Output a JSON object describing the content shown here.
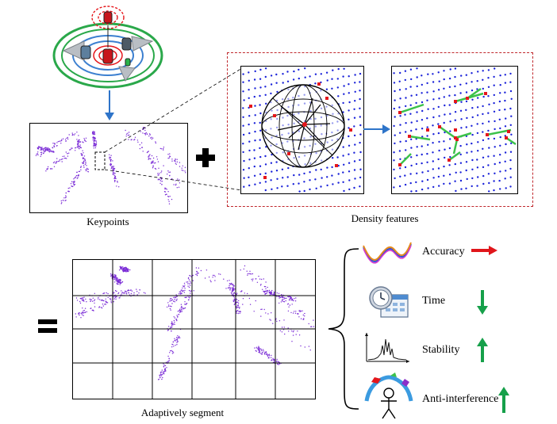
{
  "captions": {
    "keypoints": "Keypoints",
    "density": "Density features",
    "segment": "Adaptively segment"
  },
  "metrics": [
    {
      "label": "Accuracy",
      "icon": "waveform-curve-icon",
      "arrow": "right",
      "arrow_color": "#e0161b"
    },
    {
      "label": "Time",
      "icon": "clock-calendar-icon",
      "arrow": "down",
      "arrow_color": "#16a04a"
    },
    {
      "label": "Stability",
      "icon": "signal-spike-plot-icon",
      "arrow": "up",
      "arrow_color": "#16a04a"
    },
    {
      "label": "Anti-interference",
      "icon": "shielded-person-icon",
      "arrow": "up",
      "arrow_color": "#16a04a"
    }
  ],
  "colors": {
    "points": "#7a2bd6",
    "dots": "#1a22d9",
    "highlight": "#e5161b",
    "flow_arrow": "#2e74c9",
    "dashed_box": "#c0282d",
    "link": "#3cc24a"
  }
}
